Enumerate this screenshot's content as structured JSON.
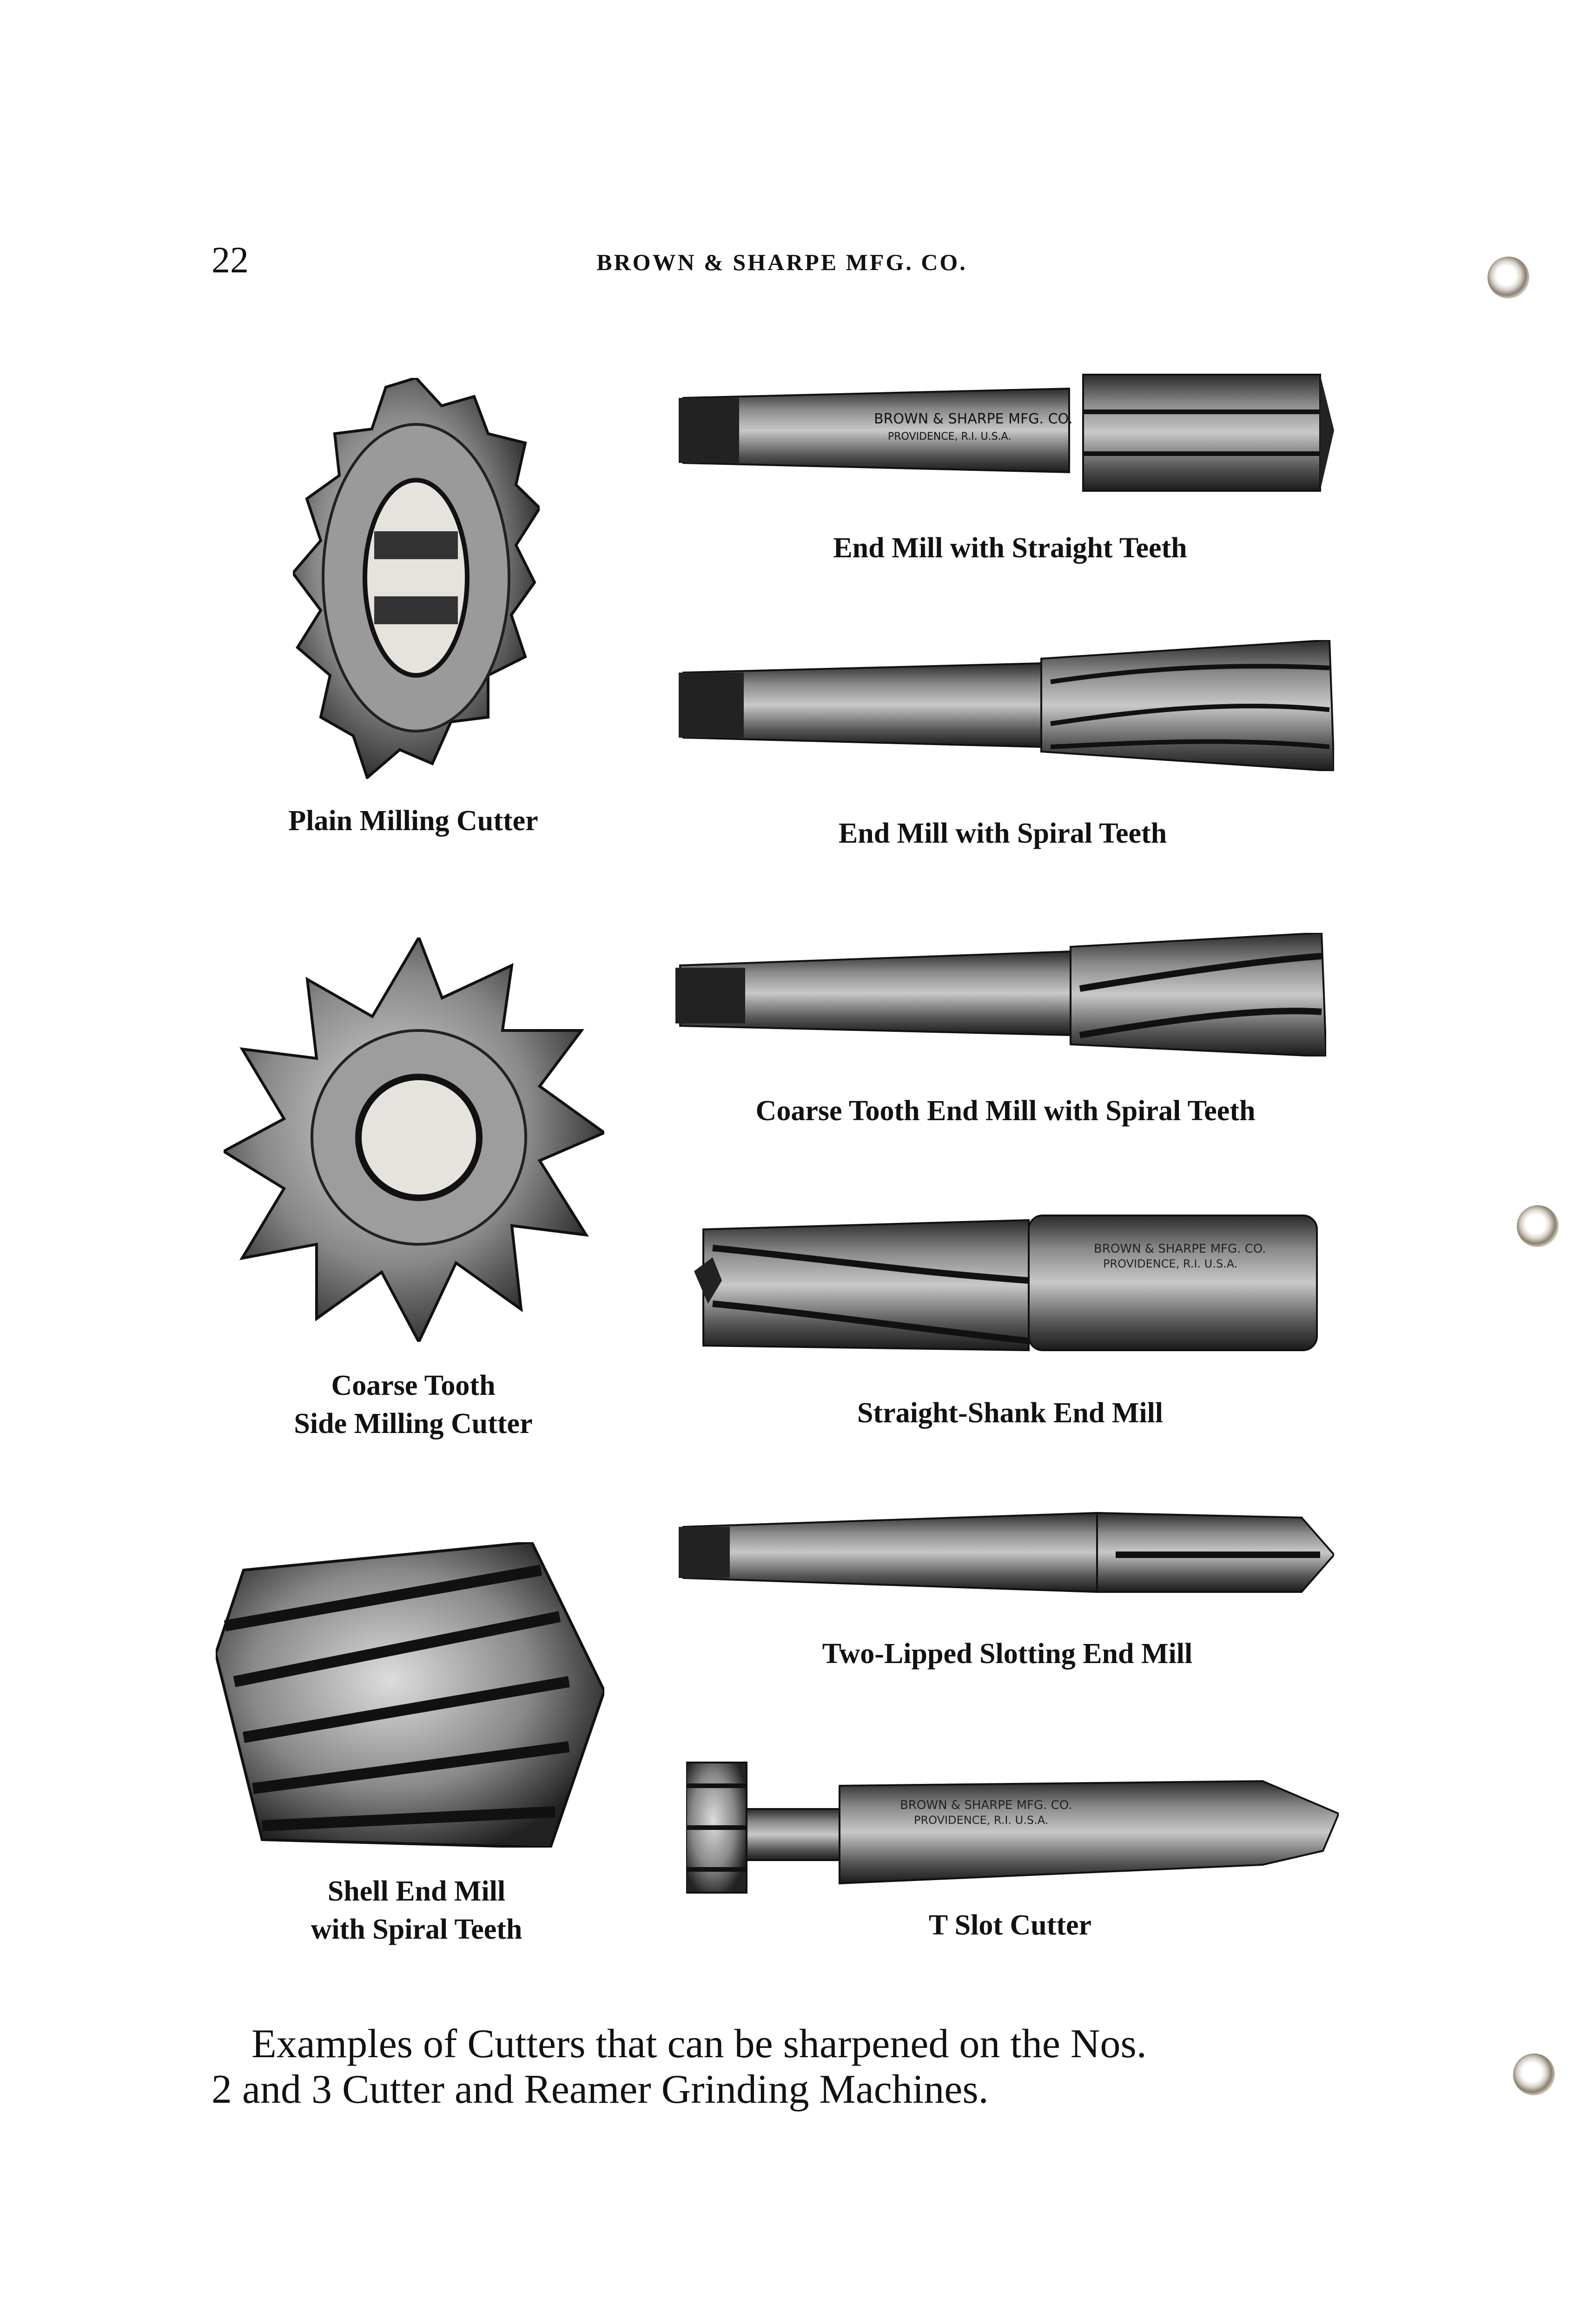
{
  "page": {
    "page_number": "22",
    "running_header": "BROWN & SHARPE MFG. CO."
  },
  "figures": [
    {
      "caption": "Plain Milling Cutter",
      "icon": "plain-milling-cutter-illustration"
    },
    {
      "caption": "End Mill with Straight Teeth",
      "icon": "end-mill-straight-teeth-illustration"
    },
    {
      "caption": "End Mill with Spiral Teeth",
      "icon": "end-mill-spiral-teeth-illustration"
    },
    {
      "caption_lines": [
        "Coarse Tooth",
        "Side Milling Cutter"
      ],
      "icon": "side-milling-cutter-illustration"
    },
    {
      "caption": "Coarse Tooth End Mill with Spiral Teeth",
      "icon": "coarse-tooth-end-mill-illustration"
    },
    {
      "caption": "Straight-Shank End Mill",
      "icon": "straight-shank-end-mill-illustration"
    },
    {
      "caption_lines": [
        "Shell End Mill",
        "with Spiral Teeth"
      ],
      "icon": "shell-end-mill-illustration"
    },
    {
      "caption": "Two-Lipped Slotting End Mill",
      "icon": "two-lipped-slotting-end-mill-illustration"
    },
    {
      "caption": "T Slot Cutter",
      "icon": "t-slot-cutter-illustration"
    }
  ],
  "tool_markings": {
    "maker": "BROWN & SHARPE MFG. CO.",
    "location": "PROVIDENCE, R.I. U.S.A."
  },
  "body_text": {
    "line1": "Examples of Cutters that can be sharpened on the Nos.",
    "line2": "2 and 3 Cutter and Reamer Grinding Machines."
  }
}
